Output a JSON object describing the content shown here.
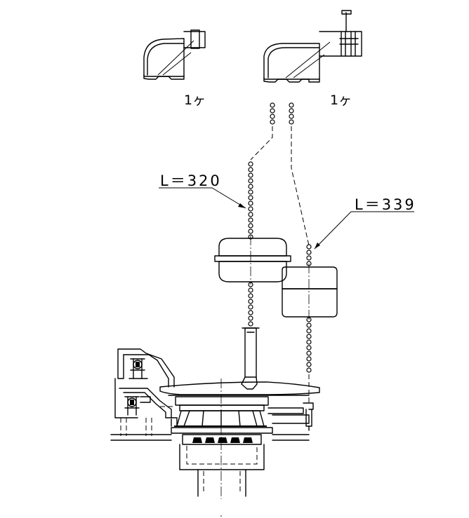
{
  "parts": {
    "left_qty": "1ヶ",
    "right_qty": "1ヶ"
  },
  "dimensions": {
    "chain_left_label": "L＝320",
    "chain_right_label": "L＝339"
  }
}
